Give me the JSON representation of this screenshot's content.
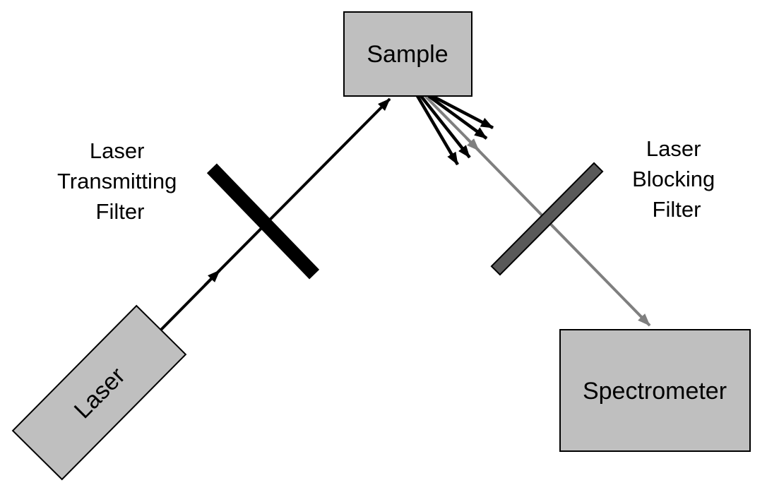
{
  "colors": {
    "background": "#FFFFFF",
    "box_fill": "#BFBFBF",
    "box_border": "#000000",
    "text": "#000000",
    "laser_beam": "#000000",
    "scattered_beam": "#7F7F7F",
    "transmitting_filter_fill": "#000000",
    "blocking_filter_fill": "#595959"
  },
  "nodes": {
    "sample": {
      "label": "Sample"
    },
    "laser": {
      "label": "Laser"
    },
    "spectrometer": {
      "label": "Spectrometer"
    }
  },
  "labels": {
    "transmitting_filter": {
      "lines": [
        "Laser",
        "Transmitting",
        "Filter"
      ]
    },
    "blocking_filter": {
      "lines": [
        "Laser",
        "Blocking",
        "Filter"
      ]
    }
  }
}
